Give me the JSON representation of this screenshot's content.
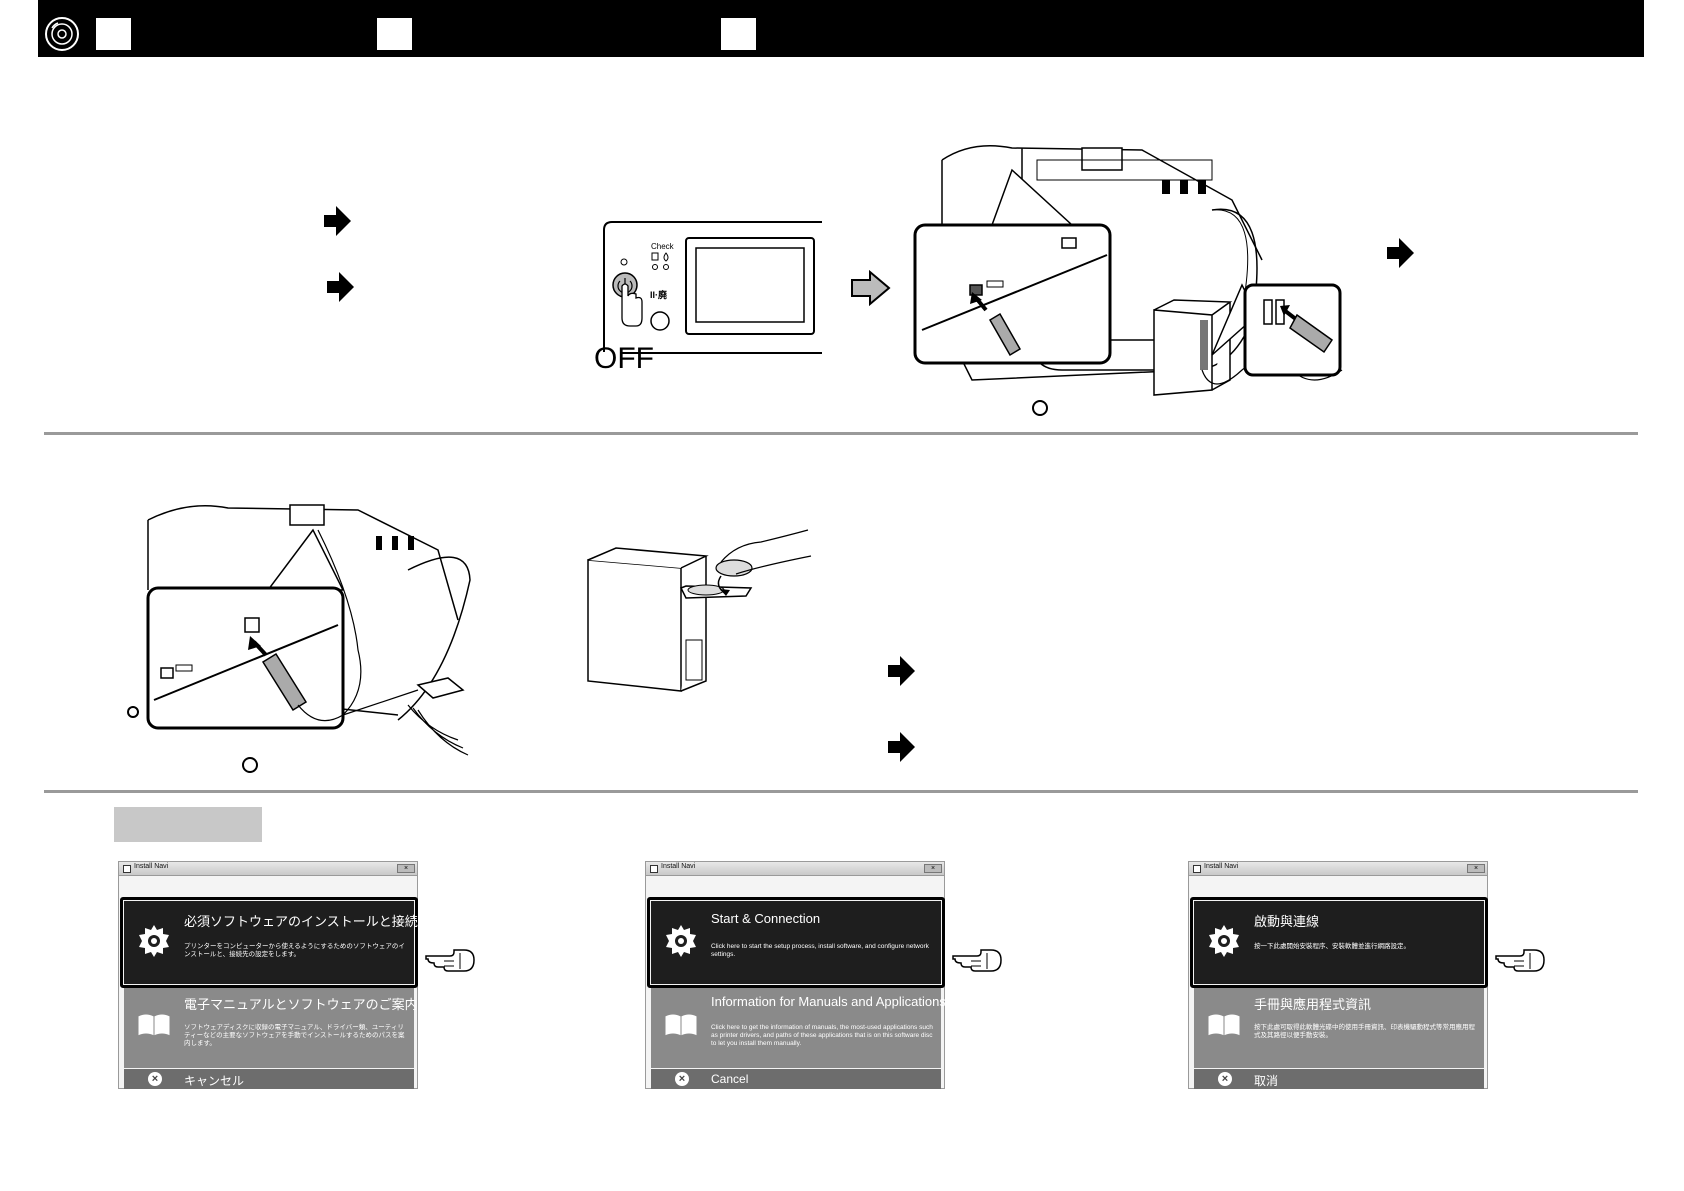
{
  "header": {
    "icon": "disc-icon",
    "step_boxes": [
      "",
      "",
      ""
    ]
  },
  "printer_panel": {
    "check_label": "Check",
    "pause_label": "II·廃",
    "off_label": "OFF"
  },
  "dialogs": [
    {
      "title": "Install Navi",
      "primary_title": "必須ソフトウェアのインストールと接続設定",
      "primary_desc": "プリンターをコンピューターから使えるようにするためのソフトウェアのインストールと、接続先の設定をします。",
      "secondary_title": "電子マニュアルとソフトウェアのご案内",
      "secondary_desc": "ソフトウェアディスクに収録の電子マニュアル、ドライバー類、ユーティリティーなどの主要なソフトウェアを手動でインストールするためのパスを案内します。",
      "cancel_label": "キャンセル"
    },
    {
      "title": "Install Navi",
      "primary_title": "Start & Connection",
      "primary_desc": "Click here to start the setup process, install software, and configure network settings.",
      "secondary_title": "Information for Manuals and Applications",
      "secondary_desc": "Click here to get the information of manuals, the most-used applications such as printer drivers, and paths of these applications that is on this software disc to let you install them manually.",
      "cancel_label": "Cancel"
    },
    {
      "title": "Install Navi",
      "primary_title": "啟動與連線",
      "primary_desc": "按一下此處開始安裝程序、安裝軟體並進行網路設定。",
      "secondary_title": "手冊與應用程式資訊",
      "secondary_desc": "按下此處可取得此軟體光碟中的使用手冊資訊、印表機驅動程式等常用應用程式及其路徑以便手動安裝。",
      "cancel_label": "取消"
    }
  ],
  "colors": {
    "header": "#000000",
    "divider": "#9a9a9a",
    "label_box": "#c8c8c8",
    "dialog_primary": "#1e1e1e",
    "dialog_secondary": "#8a8a8a"
  }
}
